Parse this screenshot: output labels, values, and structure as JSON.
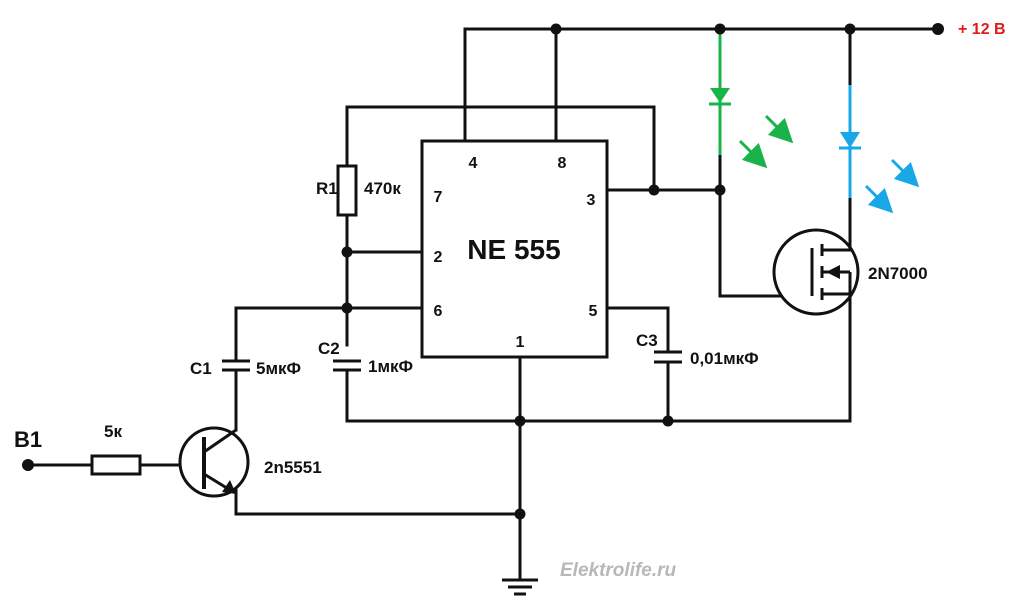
{
  "supply": {
    "label": "+ 12 В",
    "color": "#e01b1b"
  },
  "input": {
    "label": "B1"
  },
  "ic": {
    "name": "NE 555",
    "pins": {
      "p4": "4",
      "p8": "8",
      "p7": "7",
      "p3": "3",
      "p2": "2",
      "p6": "6",
      "p5": "5",
      "p1": "1"
    }
  },
  "components": {
    "r1_ref": "R1",
    "r1_value": "470к",
    "r_base_value": "5к",
    "c1_ref": "C1",
    "c1_value": "5мкФ",
    "c2_ref": "C2",
    "c2_value": "1мкФ",
    "c3_ref": "C3",
    "c3_value": "0,01мкФ",
    "q_bjt": "2n5551",
    "q_mosfet": "2N7000"
  },
  "leds": [
    {
      "name": "green",
      "color": "#1ab34a"
    },
    {
      "name": "blue",
      "color": "#1aa7e8"
    }
  ],
  "watermark": "Elektrolife.ru"
}
